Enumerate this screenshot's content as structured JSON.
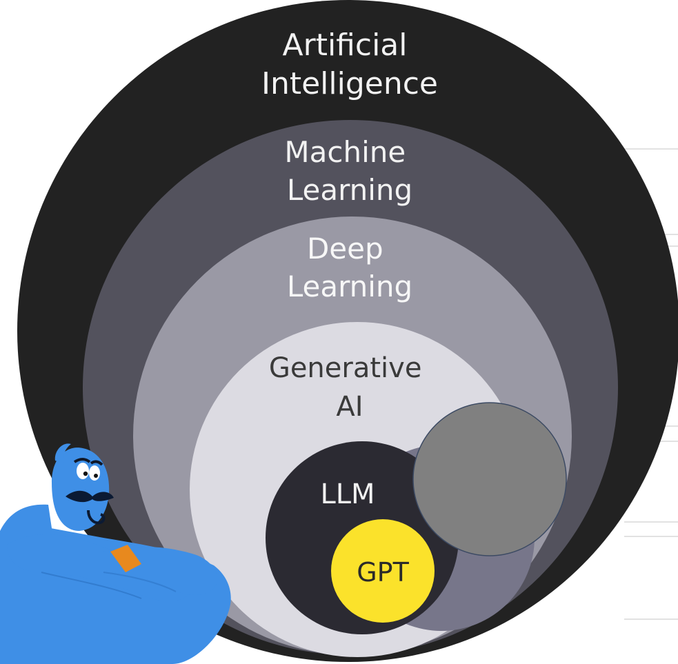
{
  "diagram": {
    "layers": [
      {
        "id": "ai",
        "lines": [
          "Artificial",
          "Intelligence"
        ],
        "fill": "#222222",
        "text_color": "#f2f2f2"
      },
      {
        "id": "ml",
        "lines": [
          "Machine",
          "Learning"
        ],
        "fill": "#53525d",
        "text_color": "#f2f2f2"
      },
      {
        "id": "dl",
        "lines": [
          "Deep",
          "Learning"
        ],
        "fill": "#9a99a5",
        "text_color": "#f7f7f7"
      },
      {
        "id": "genai",
        "lines": [
          "Generative",
          "AI"
        ],
        "fill": "#dcdbe2",
        "text_color": "#3a3a3a"
      },
      {
        "id": "llm",
        "lines": [
          "LLM"
        ],
        "fill": "#2b2a32",
        "text_color": "#f2f2f2"
      },
      {
        "id": "gpt",
        "lines": [
          "GPT"
        ],
        "fill": "#fbe22b",
        "text_color": "#2a2a2a"
      }
    ],
    "side_lobe_fill": "#77768a",
    "placeholder_circle_fill": "#808080",
    "placeholder_circle_stroke": "#3c4a63",
    "background_lines_color": "#d8d8d8"
  },
  "overlay": {
    "character_icon": "genie-character-icon",
    "skin_color": "#3f8fe6",
    "cuff_color": "#e8891e"
  }
}
